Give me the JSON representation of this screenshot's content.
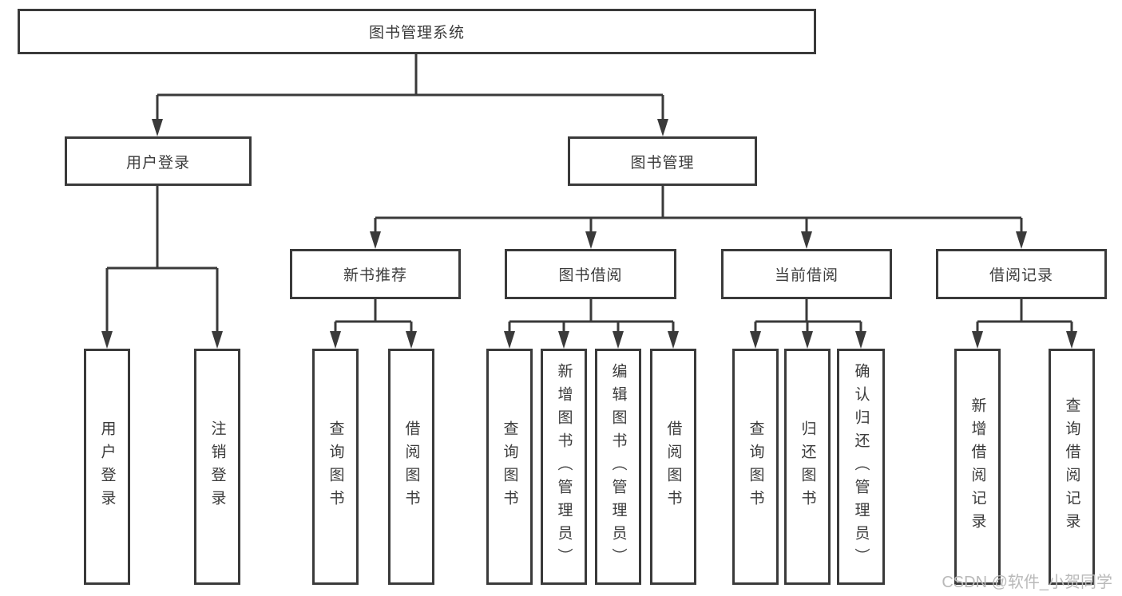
{
  "diagram": {
    "root": {
      "label": "图书管理系统"
    },
    "branches": [
      {
        "label": "用户登录",
        "children": [
          {
            "label": "用户登录"
          },
          {
            "label": "注销登录"
          }
        ]
      },
      {
        "label": "图书管理",
        "children": [
          {
            "label": "新书推荐",
            "children": [
              {
                "label": "查询图书"
              },
              {
                "label": "借阅图书"
              }
            ]
          },
          {
            "label": "图书借阅",
            "children": [
              {
                "label": "查询图书"
              },
              {
                "label": "新增图书（管理员）"
              },
              {
                "label": "编辑图书（管理员）"
              },
              {
                "label": "借阅图书"
              }
            ]
          },
          {
            "label": "当前借阅",
            "children": [
              {
                "label": "查询图书"
              },
              {
                "label": "归还图书"
              },
              {
                "label": "确认归还（管理员）"
              }
            ]
          },
          {
            "label": "借阅记录",
            "children": [
              {
                "label": "新增借阅记录"
              },
              {
                "label": "查询借阅记录"
              }
            ]
          }
        ]
      }
    ]
  },
  "watermark": {
    "text": "CSDN @软件_小贺同学"
  },
  "colors": {
    "line": "#3a3a3a",
    "text": "#3b3b3b",
    "watermark_text": "#b9b9b9",
    "background": "#ffffff"
  }
}
